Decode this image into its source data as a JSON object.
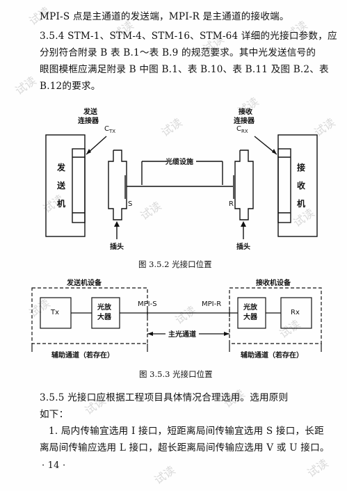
{
  "watermark": "试读",
  "paragraphs": {
    "line1": "MPI-S 点是主通道的发送端，MPI-R 是主通道的接收端。",
    "line2": "3.5.4    STM-1、STM-4、STM-16、STM-64 详细的光接口参数，应",
    "line3": "分别符合附录 B 表 B.1～表 B.9 的规范要求。其中光发送信号的",
    "line4": "眼图模框应满足附录 B 中图 B.1、表 B.10、表 B.11 及图 B.2、表",
    "line5": "B.12的要求。"
  },
  "figure1": {
    "tx_connector": [
      "发送",
      "连接器"
    ],
    "ctx": "C",
    "ctx_sub": "TX",
    "rx_connector": [
      "接收",
      "连接器"
    ],
    "crx": "C",
    "crx_sub": "RX",
    "transmitter": [
      "发",
      "送",
      "机"
    ],
    "receiver": [
      "接",
      "收",
      "机"
    ],
    "cable_facility": "光缆设施",
    "point_s": "S",
    "point_r": "R",
    "plug_left": "插头",
    "plug_right": "插头",
    "caption": "图 3.5.2    光接口位置"
  },
  "figure2": {
    "tx_equipment": "发送机设备",
    "rx_equipment": "接收机设备",
    "tx": "Tx",
    "rx": "Rx",
    "amp_left": [
      "光放",
      "大器"
    ],
    "amp_right": [
      "光放",
      "大器"
    ],
    "mpi_s": "MPI-S",
    "mpi_r": "MPI-R",
    "main_channel": "主光通道",
    "aux_left": "辅助通道（若存在）",
    "aux_right": "辅助通道（若存在）",
    "caption": "图 3.5.3    光接口位置"
  },
  "bottom": {
    "line1": "3.5.5    光接口应根据工程项目具体情况合理选用。选用原则",
    "line2": "如下：",
    "line3": "1. 局内传输宜选用 I 接口，短距离局间传输宜选用 S 接口，长距",
    "line4": "离局间传输应选用 L 接口，超长距离局间传输应选用 V 或 U 接口。"
  },
  "page_number": "· 14 ·"
}
